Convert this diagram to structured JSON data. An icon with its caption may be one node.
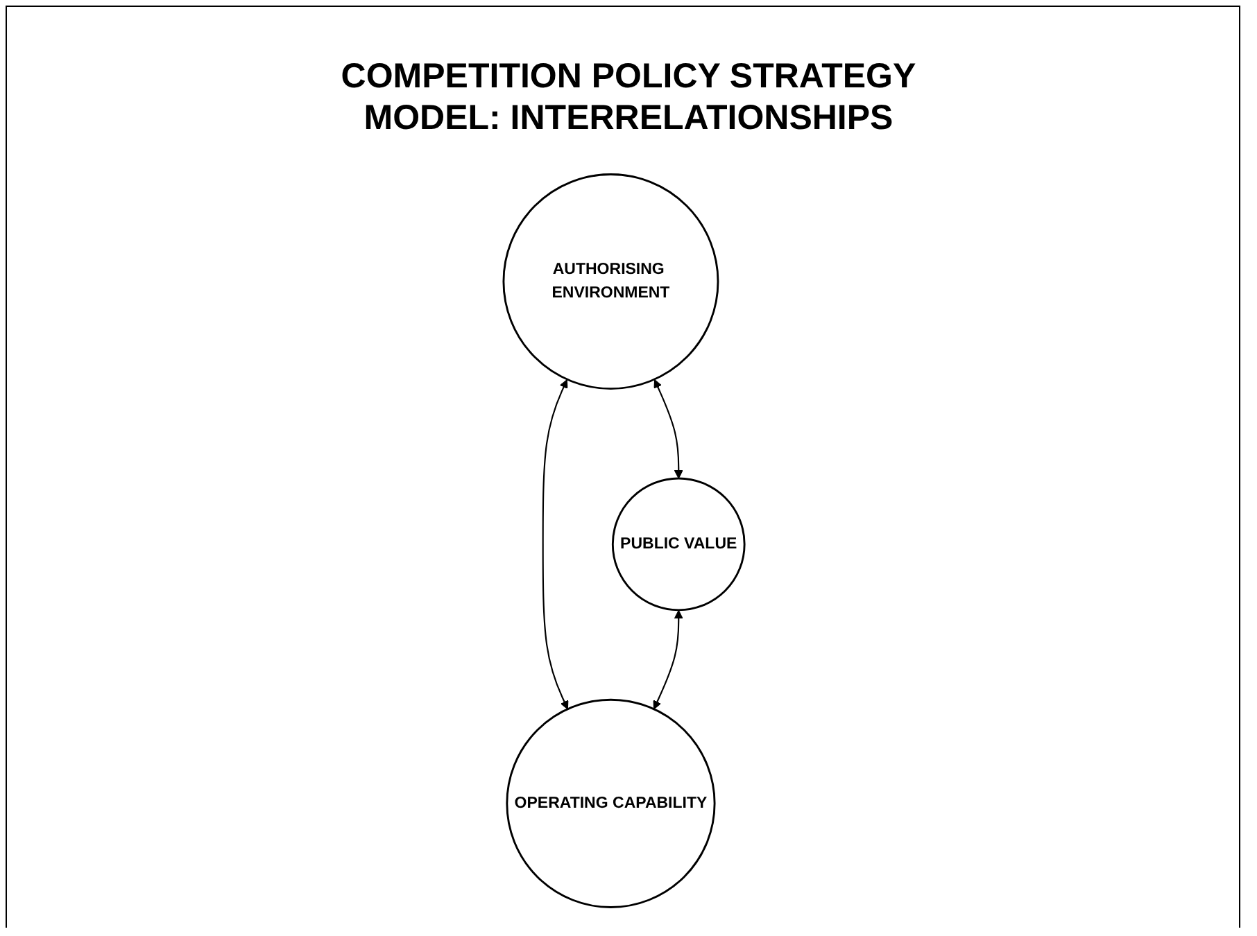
{
  "diagram": {
    "title": "COMPETITION POLICY STRATEGY MODEL: INTERRELATIONSHIPS",
    "nodes": [
      {
        "text": [
          "AUTHORISING ENVIRONMENT"
        ]
      },
      {
        "text": [
          "PUBLIC VALUE"
        ]
      },
      {
        "text": [
          "OPERATING CAPABILITY"
        ]
      }
    ],
    "edges": [
      {
        "from": 0,
        "to": 1,
        "arrow": "both"
      },
      {
        "from": 0,
        "to": 2,
        "arrow": "both"
      },
      {
        "from": 1,
        "to": 2,
        "arrow": "both"
      }
    ]
  }
}
